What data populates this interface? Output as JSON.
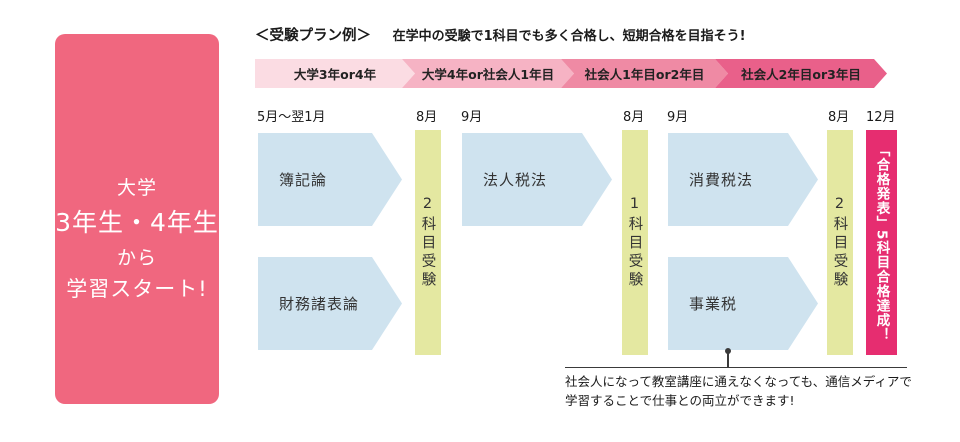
{
  "header": {
    "label": "＜受験プラン例＞",
    "slogan": "在学中の受験で1科目でも多く合格し、短期合格を目指そう!"
  },
  "left_panel": {
    "bg_color": "#f0677f",
    "lines": [
      "大学",
      "3年生・4年生",
      "から",
      "学習スタート!"
    ]
  },
  "timeline": {
    "segments": [
      {
        "label": "大学3年or4年",
        "color": "#fbdce3"
      },
      {
        "label": "大学4年or社会人1年目",
        "color": "#f6b3c4"
      },
      {
        "label": "社会人1年目or2年目",
        "color": "#ef8aa4"
      },
      {
        "label": "社会人2年目or3年目",
        "color": "#e9608a"
      }
    ]
  },
  "months": [
    "5月〜翌1月",
    "8月",
    "9月",
    "8月",
    "9月",
    "8月",
    "12月"
  ],
  "subjects": [
    {
      "label": "簿記論"
    },
    {
      "label": "財務諸表論"
    },
    {
      "label": "法人税法"
    },
    {
      "label": "消費税法"
    },
    {
      "label": "事業税"
    }
  ],
  "exam_bars": [
    {
      "label": "2科目受験"
    },
    {
      "label": "1科目受験"
    },
    {
      "label": "2科目受験"
    }
  ],
  "goal": {
    "label": "「合格発表」5科目合格達成！",
    "color": "#e62d70"
  },
  "note": {
    "line1": "社会人になって教室講座に通えなくなっても、通信メディアで",
    "line2": "学習することで仕事との両立ができます!"
  },
  "colors": {
    "subject_fill": "#cfe3ef",
    "exam_bar_fill": "#e4e8a1",
    "panel_pink": "#f0677f",
    "goal_magenta": "#e62d70"
  }
}
